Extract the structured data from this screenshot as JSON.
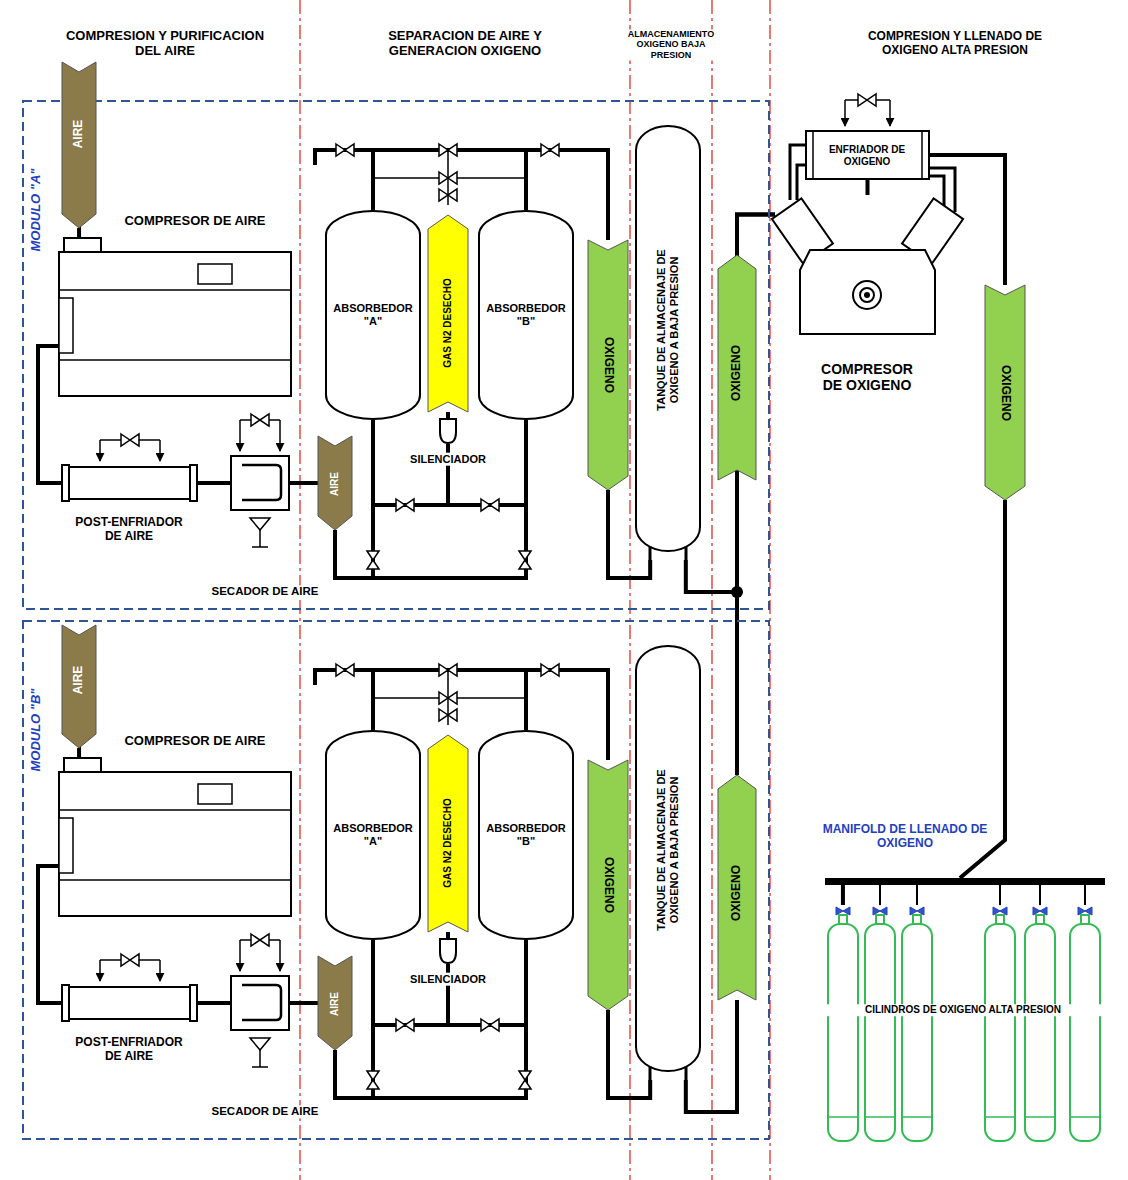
{
  "diagram": {
    "nodes": [
      {
        "text": [
          "MODULO \"A\""
        ]
      },
      {
        "text": [
          "AIRE"
        ],
        "in": 0
      },
      {
        "text": [
          "COMPRESOR DE AIRE"
        ],
        "in": 0
      },
      {
        "text": [
          "POST-ENFRIADOR DE AIRE"
        ],
        "in": 0
      },
      {
        "text": [
          "SECADOR DE AIRE"
        ],
        "in": 0
      },
      {
        "text": [
          "AIRE"
        ],
        "in": 0
      },
      {
        "text": [
          "ABSORBEDOR \"A\""
        ],
        "in": 0
      },
      {
        "text": [
          "GAS N2 DESECHO"
        ],
        "in": 0
      },
      {
        "text": [
          "SILENCIADOR"
        ],
        "in": 0
      },
      {
        "text": [
          "ABSORBEDOR \"B\""
        ],
        "in": 0
      },
      {
        "text": [
          "OXIGENO"
        ],
        "in": 0
      },
      {
        "text": [
          "TANQUE DE ALMACENAJE DE OXIGENO A BAJA PRESION"
        ],
        "in": 0
      },
      {
        "text": [
          "OXIGENO"
        ],
        "in": 0
      },
      {
        "text": [
          "MODULO \"B\""
        ]
      },
      {
        "text": [
          "AIRE"
        ],
        "in": 13
      },
      {
        "text": [
          "COMPRESOR DE AIRE"
        ],
        "in": 13
      },
      {
        "text": [
          "POST-ENFRIADOR DE AIRE"
        ],
        "in": 13
      },
      {
        "text": [
          "SECADOR DE AIRE"
        ],
        "in": 13
      },
      {
        "text": [
          "AIRE"
        ],
        "in": 13
      },
      {
        "text": [
          "ABSORBEDOR \"A\""
        ],
        "in": 13
      },
      {
        "text": [
          "GAS N2 DESECHO"
        ],
        "in": 13
      },
      {
        "text": [
          "SILENCIADOR"
        ],
        "in": 13
      },
      {
        "text": [
          "ABSORBEDOR \"B\""
        ],
        "in": 13
      },
      {
        "text": [
          "OXIGENO"
        ],
        "in": 13
      },
      {
        "text": [
          "TANQUE DE ALMACENAJE DE OXIGENO A BAJA PRESION"
        ],
        "in": 13
      },
      {
        "text": [
          "OXIGENO"
        ],
        "in": 13
      },
      {
        "text": [
          "ENFRIADOR DE OXIGENO"
        ]
      },
      {
        "text": [
          "COMPRESOR DE OXIGENO"
        ]
      },
      {
        "text": [
          "OXIGENO"
        ]
      },
      {
        "text": [
          "MANIFOLD DE LLENADO DE OXIGENO"
        ]
      },
      {
        "text": [
          "CILINDROS DE OXIGENO ALTA PRESION"
        ]
      }
    ],
    "edges": [
      {
        "from": 1,
        "to": 2,
        "arrow": "none"
      },
      {
        "from": 2,
        "to": 3,
        "arrow": "none"
      },
      {
        "from": 3,
        "to": 4,
        "arrow": "none"
      },
      {
        "from": 4,
        "to": 5,
        "arrow": "none"
      },
      {
        "from": 5,
        "to": 6,
        "arrow": "none"
      },
      {
        "from": 5,
        "to": 9,
        "arrow": "none"
      },
      {
        "from": 6,
        "to": 8,
        "arrow": "none"
      },
      {
        "from": 9,
        "to": 8,
        "arrow": "none"
      },
      {
        "from": 8,
        "to": 7,
        "arrow": "none"
      },
      {
        "from": 6,
        "to": 10,
        "arrow": "none"
      },
      {
        "from": 9,
        "to": 10,
        "arrow": "none"
      },
      {
        "from": 10,
        "to": 11,
        "arrow": "none"
      },
      {
        "from": 11,
        "to": 12,
        "arrow": "none"
      },
      {
        "from": 12,
        "to": 27,
        "arrow": "none"
      },
      {
        "from": 14,
        "to": 15,
        "arrow": "none"
      },
      {
        "from": 15,
        "to": 16,
        "arrow": "none"
      },
      {
        "from": 16,
        "to": 17,
        "arrow": "none"
      },
      {
        "from": 17,
        "to": 18,
        "arrow": "none"
      },
      {
        "from": 18,
        "to": 19,
        "arrow": "none"
      },
      {
        "from": 18,
        "to": 22,
        "arrow": "none"
      },
      {
        "from": 19,
        "to": 21,
        "arrow": "none"
      },
      {
        "from": 22,
        "to": 21,
        "arrow": "none"
      },
      {
        "from": 21,
        "to": 20,
        "arrow": "none"
      },
      {
        "from": 19,
        "to": 23,
        "arrow": "none"
      },
      {
        "from": 22,
        "to": 23,
        "arrow": "none"
      },
      {
        "from": 23,
        "to": 24,
        "arrow": "none"
      },
      {
        "from": 24,
        "to": 25,
        "arrow": "none"
      },
      {
        "from": 25,
        "to": 27,
        "arrow": "none"
      },
      {
        "from": 27,
        "to": 26,
        "arrow": "none"
      },
      {
        "from": 26,
        "to": 28,
        "arrow": "none"
      },
      {
        "from": 28,
        "to": 29,
        "arrow": "none"
      },
      {
        "from": 29,
        "to": 30,
        "arrow": "none"
      }
    ],
    "labels": [
      "COMPRESION Y PURIFICACION DEL AIRE",
      "SEPARACION DE AIRE Y GENERACION OXIGENO",
      "ALMACENAMIENTO OXIGENO BAJA PRESION",
      "COMPRESION Y LLENADO DE OXIGENO ALTA PRESION"
    ]
  }
}
